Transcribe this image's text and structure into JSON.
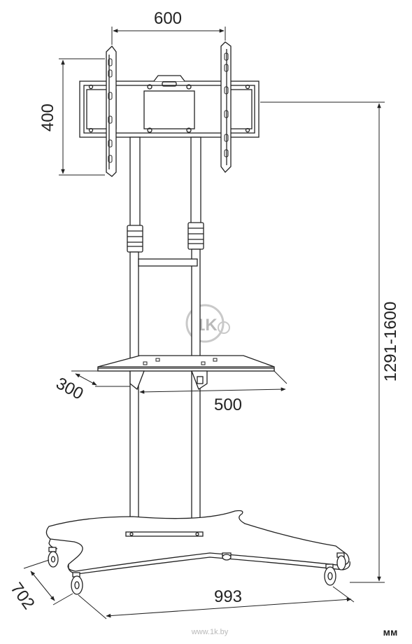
{
  "dimensions": {
    "bracket_width": "600",
    "bracket_height": "400",
    "total_height": "1291-1600",
    "shelf_depth": "300",
    "shelf_width": "500",
    "base_width": "993",
    "base_depth": "702"
  },
  "units_label": "мм",
  "watermark": {
    "logo_text": "1K",
    "site_text": "www.1k.by"
  },
  "colors": {
    "stroke": "#222222",
    "watermark": "#b9b9b9",
    "background": "#ffffff"
  }
}
